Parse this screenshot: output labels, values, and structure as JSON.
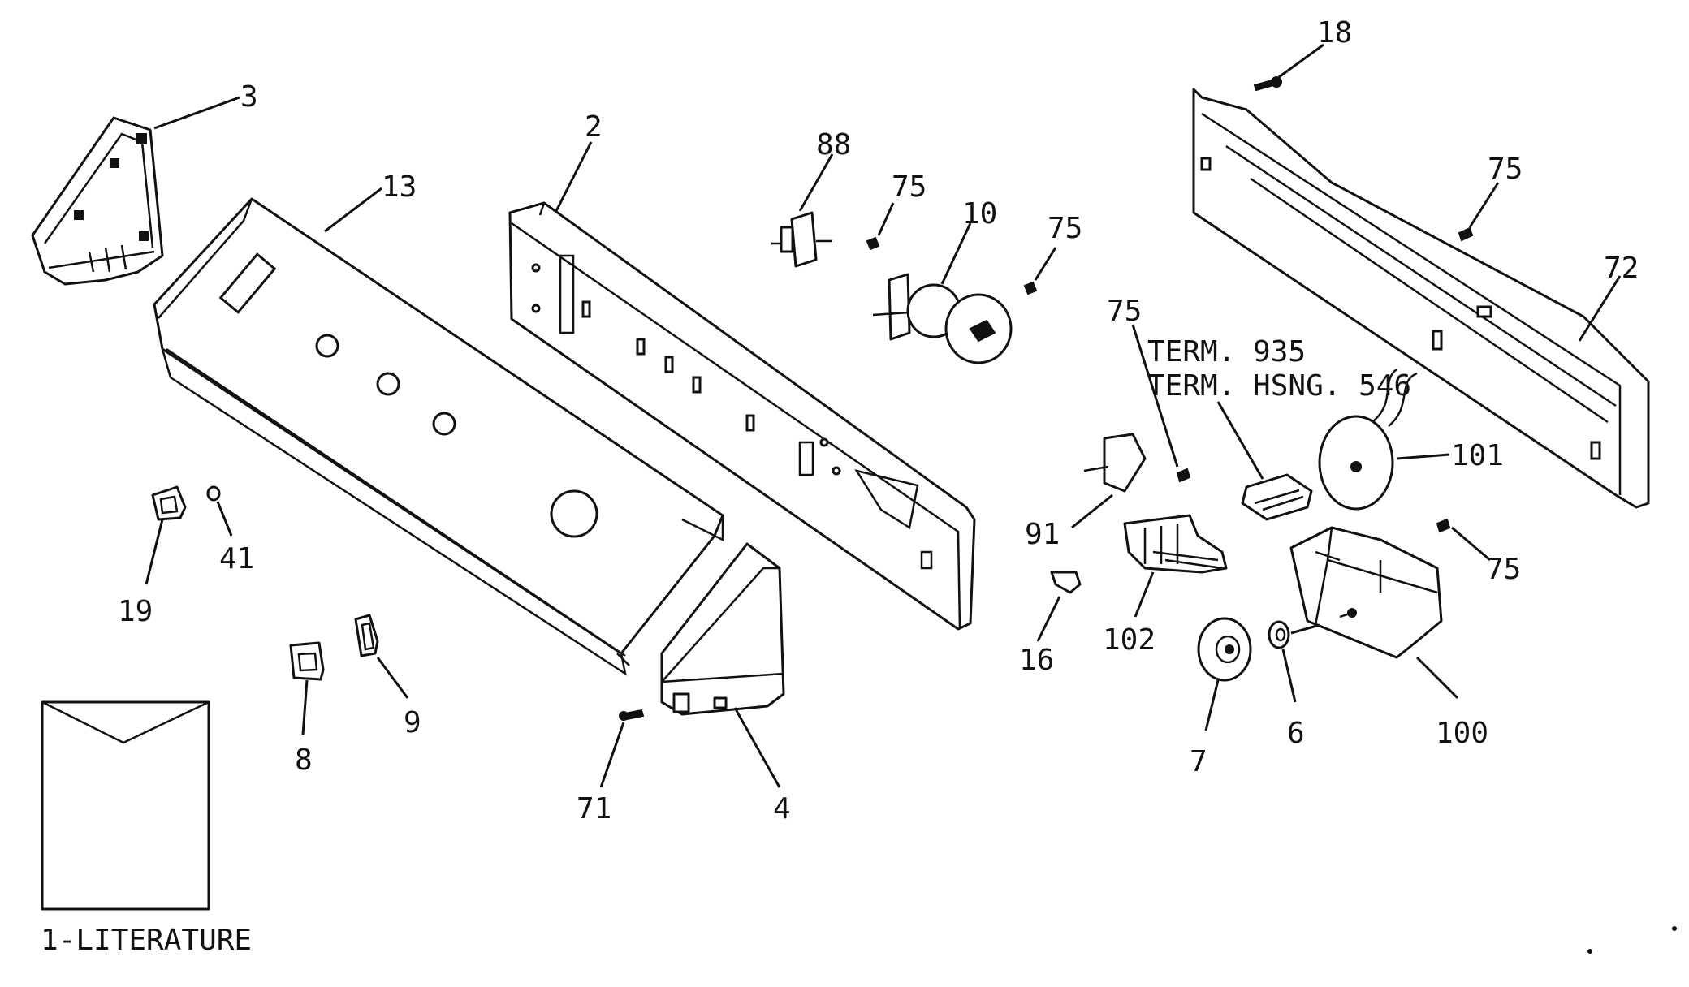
{
  "labels": {
    "p18": "18",
    "p3": "3",
    "p2": "2",
    "p88": "88",
    "p75a": "75",
    "p10": "10",
    "p75b": "75",
    "p13": "13",
    "p75c": "75",
    "p72": "72",
    "p75d": "75",
    "term1": "TERM. 935",
    "term2": "TERM. HSNG. 546",
    "p101": "101",
    "p41": "41",
    "p19": "19",
    "p91": "91",
    "p75e": "75",
    "p16": "16",
    "p102": "102",
    "p9": "9",
    "p8": "8",
    "p71": "71",
    "p4": "4",
    "p7": "7",
    "p6": "6",
    "p100": "100",
    "literature": "1-LITERATURE"
  }
}
